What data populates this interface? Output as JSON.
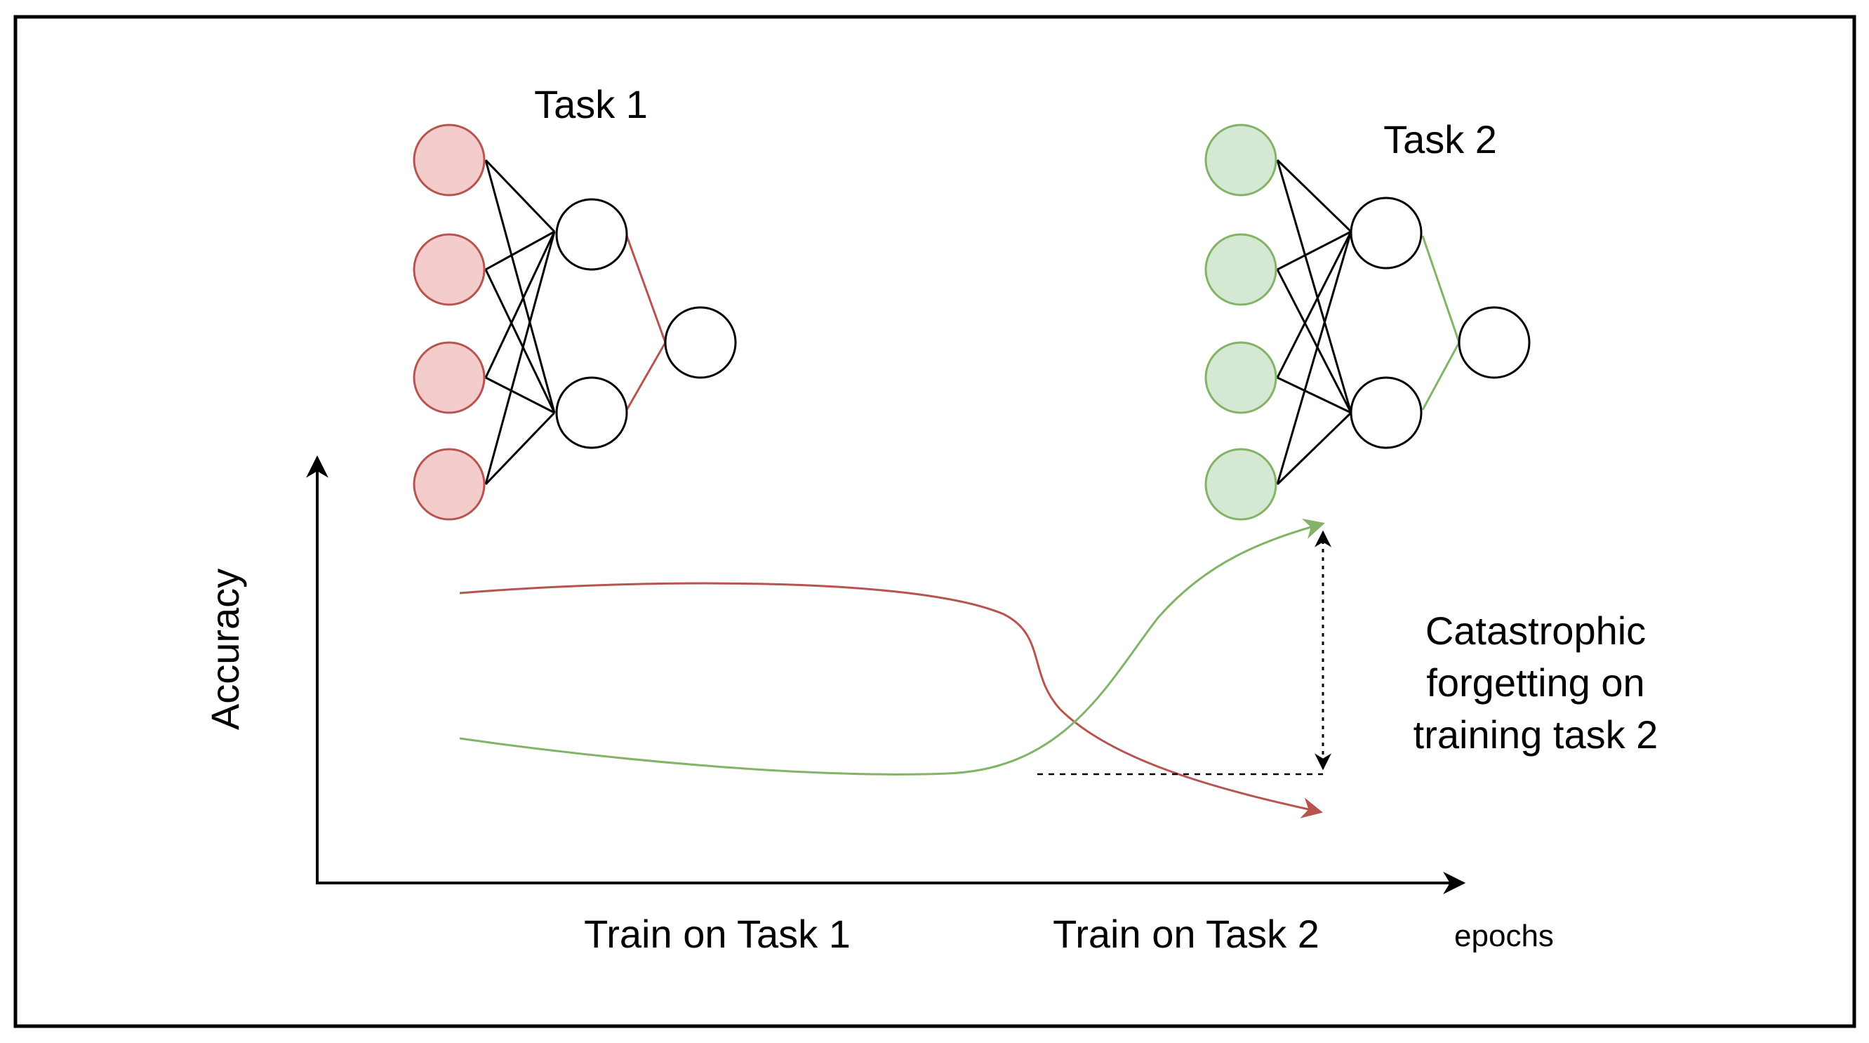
{
  "labels": {
    "task1": "Task 1",
    "task2": "Task 2",
    "axis_y": "Accuracy",
    "axis_x": "epochs",
    "phase1": "Train on Task 1",
    "phase2": "Train on Task 2",
    "annotation_line1": "Catastrophic",
    "annotation_line2": "forgetting on",
    "annotation_line3": "training task 2"
  },
  "colors": {
    "task1_fill": "#f4cccc",
    "task1_stroke": "#b85450",
    "task2_fill": "#d5e8d4",
    "task2_stroke": "#82b366",
    "line": "#000000"
  }
}
